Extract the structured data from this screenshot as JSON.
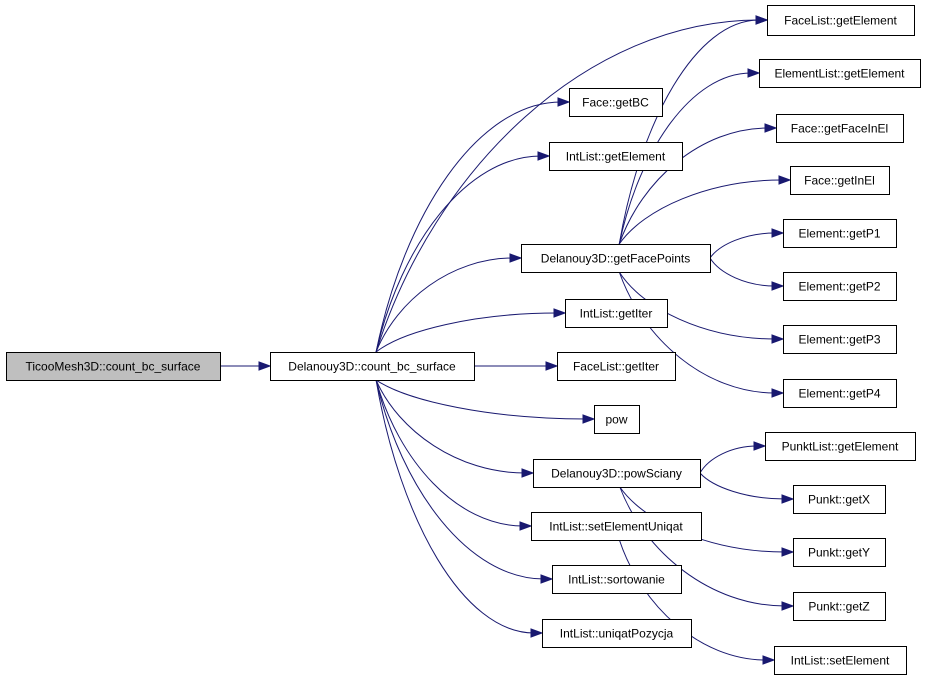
{
  "diagram": {
    "colors": {
      "edge": "#191970",
      "root_fill": "#bfbfbf",
      "node_fill": "#ffffff",
      "border": "#000000"
    },
    "nodes": [
      {
        "id": "root",
        "label": "TicooMesh3D::count_bc_surface",
        "root": true
      },
      {
        "id": "cbs",
        "label": "Delanouy3D::count_bc_surface"
      },
      {
        "id": "getBC",
        "label": "Face::getBC"
      },
      {
        "id": "intGetEl",
        "label": "IntList::getElement"
      },
      {
        "id": "gfp",
        "label": "Delanouy3D::getFacePoints"
      },
      {
        "id": "intGetIter",
        "label": "IntList::getIter"
      },
      {
        "id": "faceGetIter",
        "label": "FaceList::getIter"
      },
      {
        "id": "pow",
        "label": "pow"
      },
      {
        "id": "powSciany",
        "label": "Delanouy3D::powSciany"
      },
      {
        "id": "setUniq",
        "label": "IntList::setElementUniqat"
      },
      {
        "id": "sort",
        "label": "IntList::sortowanie"
      },
      {
        "id": "uniqPoz",
        "label": "IntList::uniqatPozycja"
      },
      {
        "id": "faceListGetEl",
        "label": "FaceList::getElement"
      },
      {
        "id": "elListGetEl",
        "label": "ElementList::getElement"
      },
      {
        "id": "getFaceInEl",
        "label": "Face::getFaceInEl"
      },
      {
        "id": "getInEl",
        "label": "Face::getInEl"
      },
      {
        "id": "getP1",
        "label": "Element::getP1"
      },
      {
        "id": "getP2",
        "label": "Element::getP2"
      },
      {
        "id": "getP3",
        "label": "Element::getP3"
      },
      {
        "id": "getP4",
        "label": "Element::getP4"
      },
      {
        "id": "punktListGetEl",
        "label": "PunktList::getElement"
      },
      {
        "id": "getX",
        "label": "Punkt::getX"
      },
      {
        "id": "getY",
        "label": "Punkt::getY"
      },
      {
        "id": "getZ",
        "label": "Punkt::getZ"
      },
      {
        "id": "setEl",
        "label": "IntList::setElement"
      }
    ],
    "edges": [
      [
        "root",
        "cbs"
      ],
      [
        "cbs",
        "getBC"
      ],
      [
        "cbs",
        "intGetEl"
      ],
      [
        "cbs",
        "gfp"
      ],
      [
        "cbs",
        "intGetIter"
      ],
      [
        "cbs",
        "faceGetIter"
      ],
      [
        "cbs",
        "pow"
      ],
      [
        "cbs",
        "powSciany"
      ],
      [
        "cbs",
        "setUniq"
      ],
      [
        "cbs",
        "sort"
      ],
      [
        "cbs",
        "uniqPoz"
      ],
      [
        "cbs",
        "faceListGetEl"
      ],
      [
        "gfp",
        "faceListGetEl"
      ],
      [
        "gfp",
        "elListGetEl"
      ],
      [
        "gfp",
        "getFaceInEl"
      ],
      [
        "gfp",
        "getInEl"
      ],
      [
        "gfp",
        "getP1"
      ],
      [
        "gfp",
        "getP2"
      ],
      [
        "gfp",
        "getP3"
      ],
      [
        "gfp",
        "getP4"
      ],
      [
        "powSciany",
        "punktListGetEl"
      ],
      [
        "powSciany",
        "getX"
      ],
      [
        "powSciany",
        "getY"
      ],
      [
        "powSciany",
        "getZ"
      ],
      [
        "setUniq",
        "setEl"
      ]
    ]
  }
}
